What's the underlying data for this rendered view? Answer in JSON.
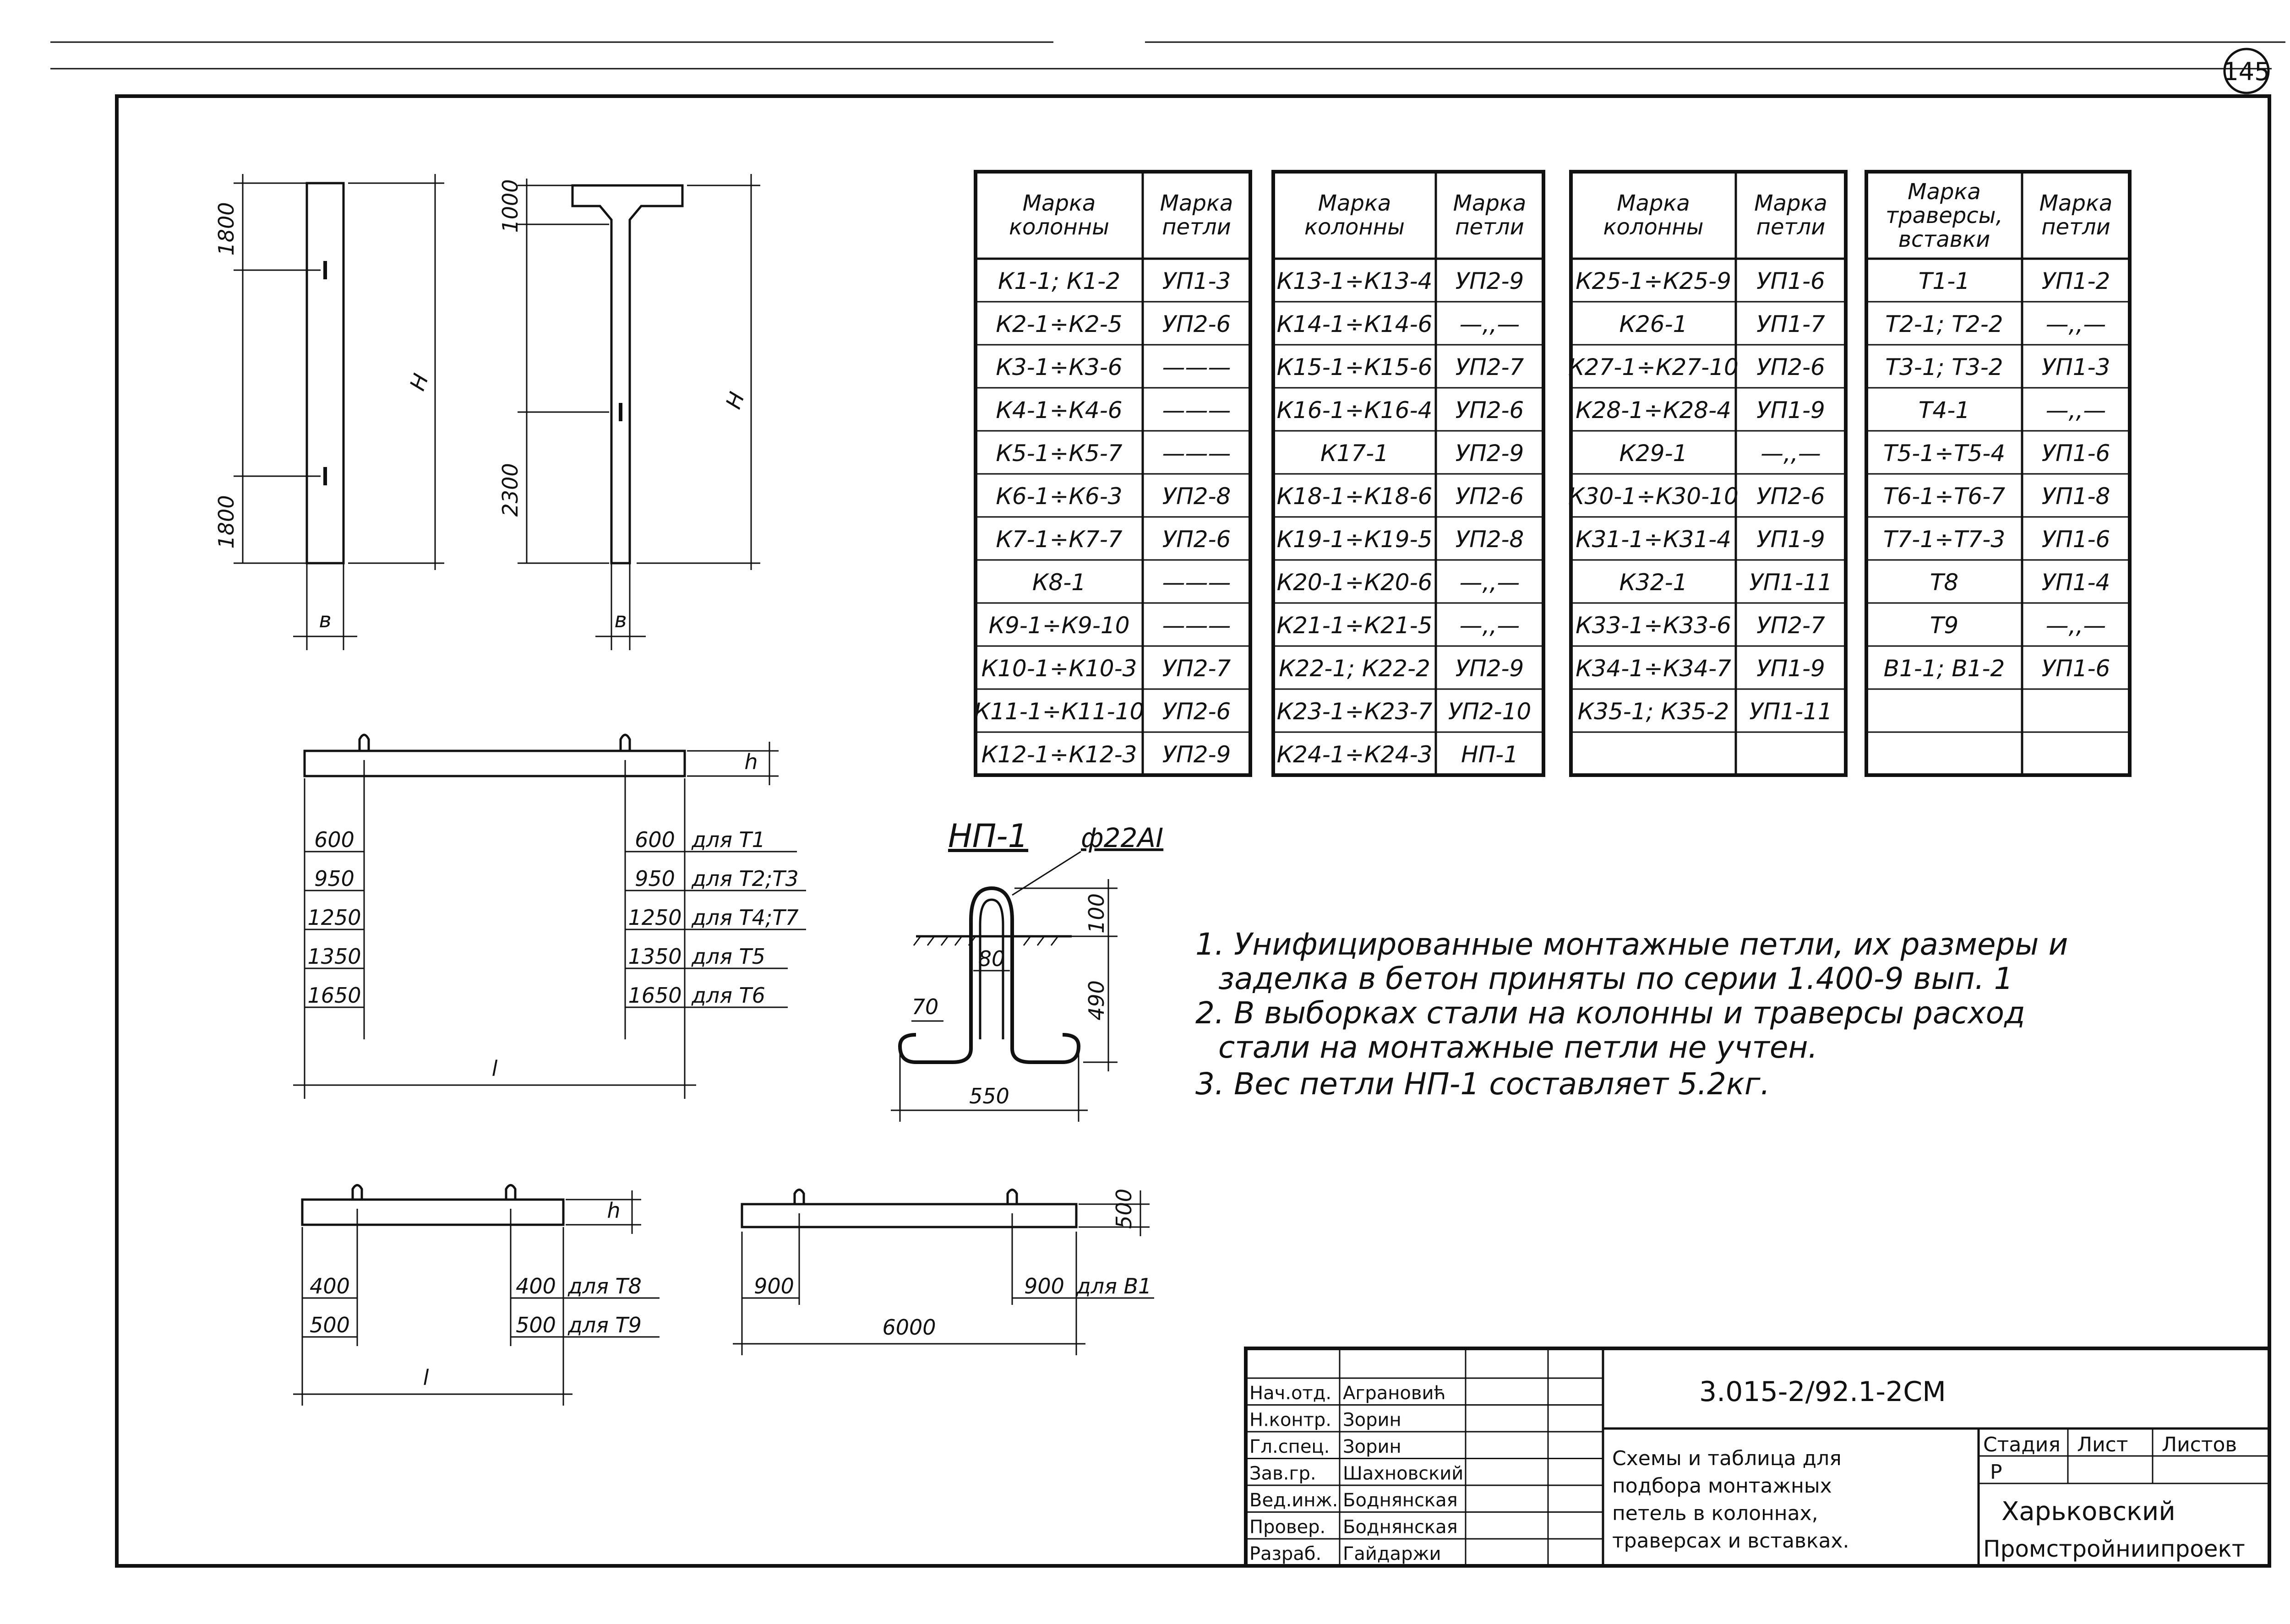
{
  "sheet_number": "145",
  "column_scheme": {
    "left": {
      "top_dim": "1800",
      "bottom_dim": "1800",
      "height_label": "H",
      "width_label": "в"
    },
    "right": {
      "top_dim": "1000",
      "bottom_dim": "2300",
      "height_label": "H",
      "width_label": "в"
    }
  },
  "traverse_scheme_1": {
    "height_label": "h",
    "length_label": "l",
    "left_dims": [
      "600",
      "950",
      "1250",
      "1350",
      "1650"
    ],
    "right_dims": [
      {
        "value": "600",
        "label": "для Т1"
      },
      {
        "value": "950",
        "label": "для Т2;Т3"
      },
      {
        "value": "1250",
        "label": "для Т4;Т7"
      },
      {
        "value": "1350",
        "label": "для Т5"
      },
      {
        "value": "1650",
        "label": "для Т6"
      }
    ]
  },
  "traverse_scheme_2": {
    "height_label": "h",
    "length_label": "l",
    "left_dims": [
      "400",
      "500"
    ],
    "right_dims": [
      {
        "value": "400",
        "label": "для Т8"
      },
      {
        "value": "500",
        "label": "для Т9"
      }
    ]
  },
  "insert_scheme": {
    "height_dim": "500",
    "left_dim": "900",
    "right_dim": "900",
    "right_label": "для В1",
    "length_dim": "6000"
  },
  "loop_detail": {
    "title": "НП-1",
    "rebar": "ф22АI",
    "dim_top": "100",
    "dim_inner": "80",
    "dim_hook": "70",
    "dim_height": "490",
    "dim_width": "550"
  },
  "tables": [
    {
      "headers": [
        "Марка колонны",
        "Марка петли"
      ],
      "rows": [
        [
          "К1-1; К1-2",
          "УП1-3"
        ],
        [
          "К2-1÷К2-5",
          "УП2-6"
        ],
        [
          "К3-1÷К3-6",
          "———"
        ],
        [
          "К4-1÷К4-6",
          "———"
        ],
        [
          "К5-1÷К5-7",
          "———"
        ],
        [
          "К6-1÷К6-3",
          "УП2-8"
        ],
        [
          "К7-1÷К7-7",
          "УП2-6"
        ],
        [
          "К8-1",
          "———"
        ],
        [
          "К9-1÷К9-10",
          "———"
        ],
        [
          "К10-1÷К10-3",
          "УП2-7"
        ],
        [
          "К11-1÷К11-10",
          "УП2-6"
        ],
        [
          "К12-1÷К12-3",
          "УП2-9"
        ]
      ]
    },
    {
      "headers": [
        "Марка колонны",
        "Марка петли"
      ],
      "rows": [
        [
          "К13-1÷К13-4",
          "УП2-9"
        ],
        [
          "К14-1÷К14-6",
          "—,,—"
        ],
        [
          "К15-1÷К15-6",
          "УП2-7"
        ],
        [
          "К16-1÷К16-4",
          "УП2-6"
        ],
        [
          "К17-1",
          "УП2-9"
        ],
        [
          "К18-1÷К18-6",
          "УП2-6"
        ],
        [
          "К19-1÷К19-5",
          "УП2-8"
        ],
        [
          "К20-1÷К20-6",
          "—,,—"
        ],
        [
          "К21-1÷К21-5",
          "—,,—"
        ],
        [
          "К22-1; К22-2",
          "УП2-9"
        ],
        [
          "К23-1÷К23-7",
          "УП2-10"
        ],
        [
          "К24-1÷К24-3",
          "НП-1"
        ]
      ]
    },
    {
      "headers": [
        "Марка колонны",
        "Марка петли"
      ],
      "rows": [
        [
          "К25-1÷К25-9",
          "УП1-6"
        ],
        [
          "К26-1",
          "УП1-7"
        ],
        [
          "К27-1÷К27-10",
          "УП2-6"
        ],
        [
          "К28-1÷К28-4",
          "УП1-9"
        ],
        [
          "К29-1",
          "—,,—"
        ],
        [
          "К30-1÷К30-10",
          "УП2-6"
        ],
        [
          "К31-1÷К31-4",
          "УП1-9"
        ],
        [
          "К32-1",
          "УП1-11"
        ],
        [
          "К33-1÷К33-6",
          "УП2-7"
        ],
        [
          "К34-1÷К34-7",
          "УП1-9"
        ],
        [
          "К35-1; К35-2",
          "УП1-11"
        ],
        [
          "",
          ""
        ]
      ]
    },
    {
      "headers": [
        "Марка траверсы, вставки",
        "Марка петли"
      ],
      "rows": [
        [
          "Т1-1",
          "УП1-2"
        ],
        [
          "Т2-1; Т2-2",
          "—,,—"
        ],
        [
          "Т3-1; Т3-2",
          "УП1-3"
        ],
        [
          "Т4-1",
          "—,,—"
        ],
        [
          "Т5-1÷Т5-4",
          "УП1-6"
        ],
        [
          "Т6-1÷Т6-7",
          "УП1-8"
        ],
        [
          "Т7-1÷Т7-3",
          "УП1-6"
        ],
        [
          "Т8",
          "УП1-4"
        ],
        [
          "Т9",
          "—,,—"
        ],
        [
          "В1-1; В1-2",
          "УП1-6"
        ],
        [
          "",
          ""
        ],
        [
          "",
          ""
        ]
      ]
    }
  ],
  "notes": [
    "1. Унифицированные монтажные петли, их размеры и",
    "заделка в бетон приняты по серии 1.400-9 вып. 1",
    "2. В выборках стали на колонны и траверсы расход",
    "стали на монтажные петли не учтен.",
    "3. Вес петли НП-1 составляет 5.2кг."
  ],
  "title_block": {
    "code": "3.015-2/92.1-2СМ",
    "signatures": [
      {
        "role": "Нач.отд.",
        "name": "Аграновић"
      },
      {
        "role": "Н.контр.",
        "name": "Зорин"
      },
      {
        "role": "Гл.спец.",
        "name": "Зорин"
      },
      {
        "role": "Зав.гр.",
        "name": "Шахновский"
      },
      {
        "role": "Вед.инж.",
        "name": "Боднянская"
      },
      {
        "role": "Провер.",
        "name": "Боднянская"
      },
      {
        "role": "Разраб.",
        "name": "Гайдаржи"
      }
    ],
    "title_lines": [
      "Схемы и таблица для",
      "подбора монтажных",
      "петель в колоннах,",
      "траверсах и вставках."
    ],
    "stage_label": "Стадия",
    "sheet_label": "Лист",
    "sheets_label": "Листов",
    "stage_value": "Р",
    "org_line1": "Харьковский",
    "org_line2": "Промстройниипроект"
  }
}
